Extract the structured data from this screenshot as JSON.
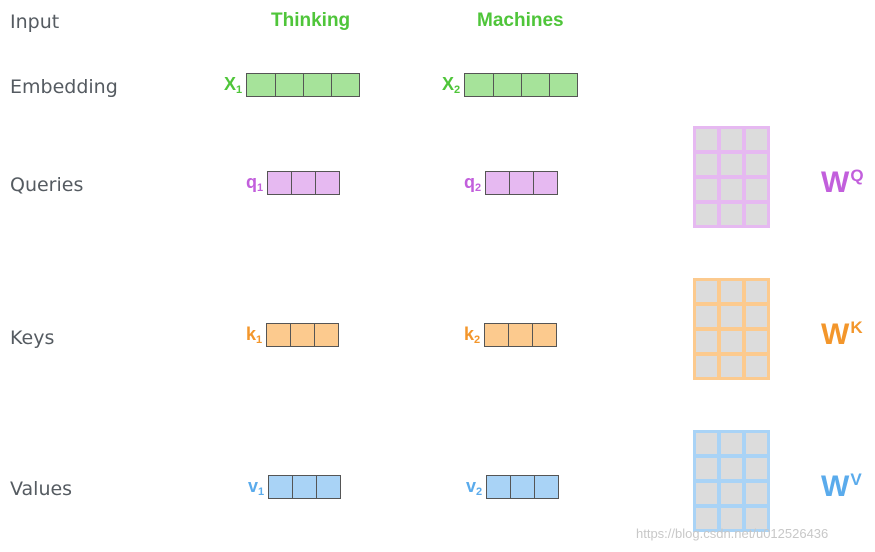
{
  "rows": {
    "input": "Input",
    "embedding": "Embedding",
    "queries": "Queries",
    "keys": "Keys",
    "values": "Values"
  },
  "words": [
    "Thinking",
    "Machines"
  ],
  "vectors": {
    "x1": {
      "base": "X",
      "sub": "1"
    },
    "x2": {
      "base": "X",
      "sub": "2"
    },
    "q1": {
      "base": "q",
      "sub": "1"
    },
    "q2": {
      "base": "q",
      "sub": "2"
    },
    "k1": {
      "base": "k",
      "sub": "1"
    },
    "k2": {
      "base": "k",
      "sub": "2"
    },
    "v1": {
      "base": "v",
      "sub": "1"
    },
    "v2": {
      "base": "v",
      "sub": "2"
    }
  },
  "weights": {
    "wq": {
      "base": "W",
      "sup": "Q"
    },
    "wk": {
      "base": "W",
      "sup": "K"
    },
    "wv": {
      "base": "W",
      "sup": "V"
    }
  },
  "colors": {
    "green_text": "#4fc53a",
    "green_fill": "#a6e39a",
    "purple_text": "#c25fdc",
    "purple_fill": "#e6b9f1",
    "orange_text": "#f3962b",
    "orange_fill": "#fcca8e",
    "blue_text": "#5aabec",
    "blue_fill": "#a9d3f6"
  },
  "watermark": "https://blog.csdn.net/u012526436"
}
